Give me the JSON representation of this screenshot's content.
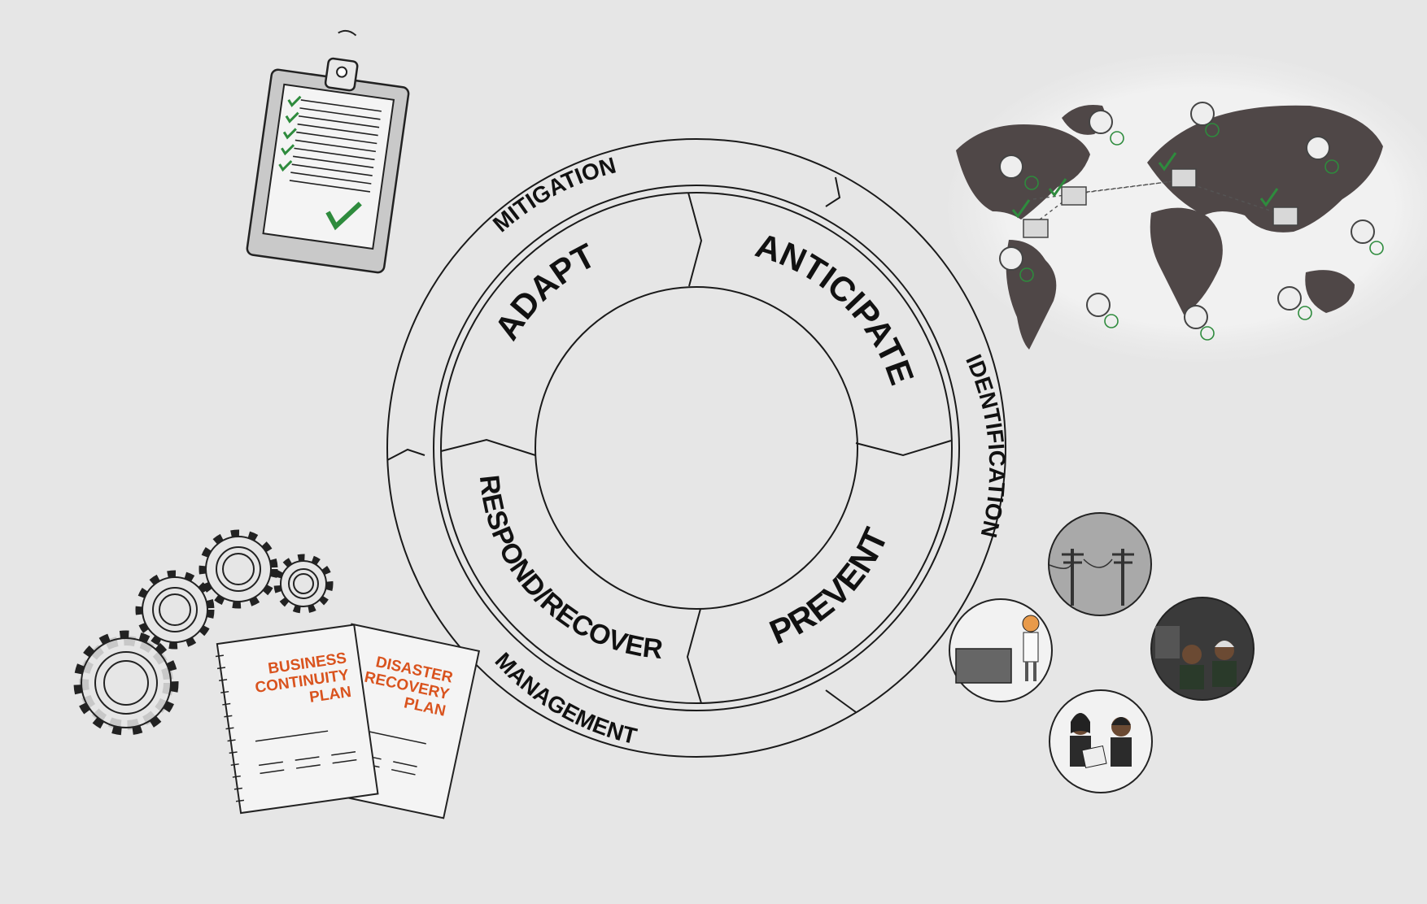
{
  "diagram": {
    "outer_ring": [
      "MITIGATION",
      "IDENTIFICATION",
      "MANAGEMENT"
    ],
    "inner_ring": [
      "ADAPT",
      "ANTICIPATE",
      "PREVENT",
      "RESPOND/RECOVER"
    ]
  },
  "documents": {
    "bcp": {
      "line1": "BUSINESS",
      "line2": "CONTINUITY",
      "line3": "PLAN",
      "color": "#d9531e"
    },
    "drp": {
      "line1": "DISASTER",
      "line2": "RECOVERY",
      "line3": "PLAN",
      "color": "#d9531e"
    }
  },
  "colors": {
    "background": "#e6e6e6",
    "line": "#1a1a1a",
    "check": "#2e8b3d",
    "map_land": "#4f4747"
  },
  "icons": [
    "clipboard-checklist-icon",
    "world-map-icon",
    "gears-icon",
    "power-lines-icon",
    "technician-icon",
    "team-dark-icon",
    "meeting-icon"
  ]
}
